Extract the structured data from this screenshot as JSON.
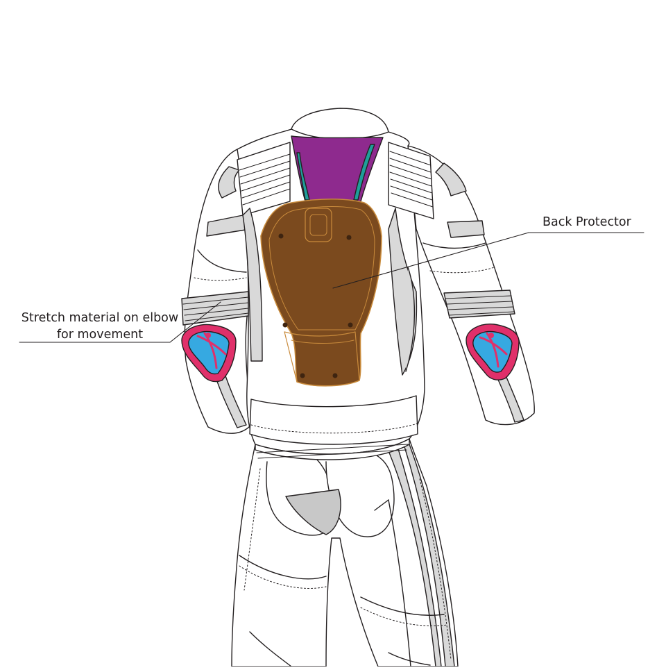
{
  "annotations": {
    "back_protector": "Back Protector",
    "elbow_line1": "Stretch material on elbow",
    "elbow_line2": "for movement"
  },
  "colors": {
    "outline": "#231f20",
    "suit_white": "#ffffff",
    "panel_grey": "#d9d9d9",
    "panel_mid_grey": "#c8c8c8",
    "back_protector_fill": "#7b4a1e",
    "back_protector_edge": "#c98b3c",
    "collar_purple": "#8e2a8e",
    "collar_teal": "#1f9e9a",
    "elbow_slider_pink": "#e0306a",
    "elbow_slider_blue": "#36a9e1"
  },
  "icons": [
    "elbow-slider-icon",
    "back-protector-icon"
  ]
}
